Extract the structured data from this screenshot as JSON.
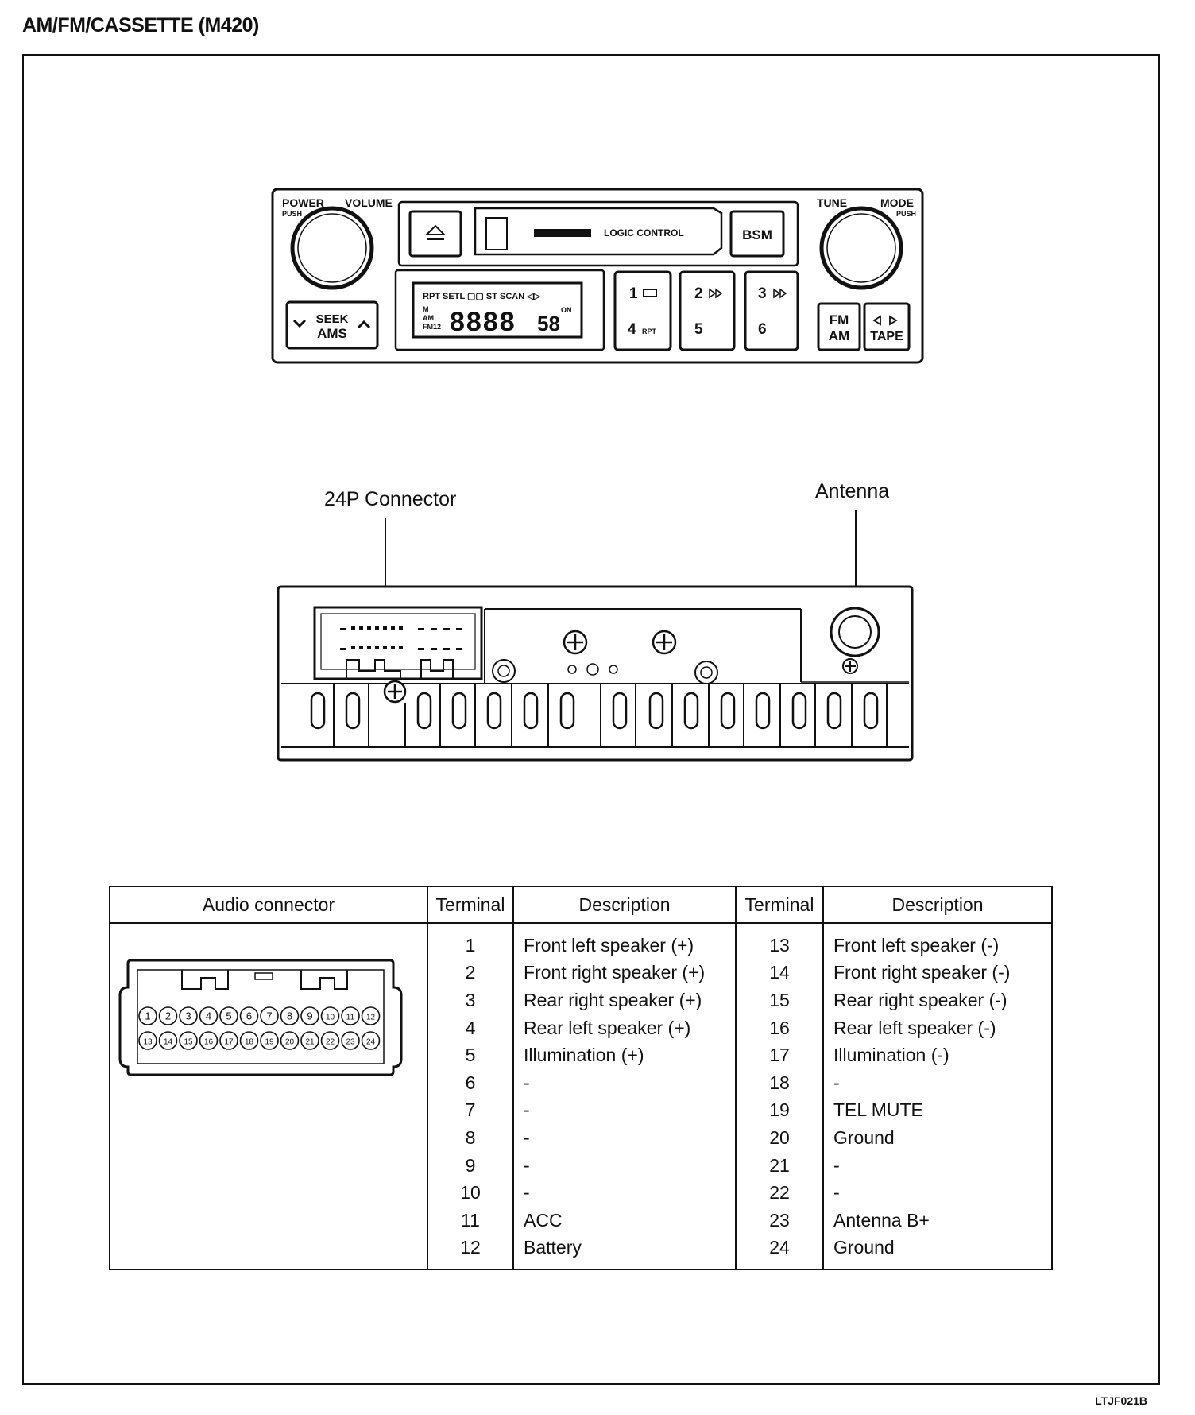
{
  "page": {
    "title": "AM/FM/CASSETTE (M420)",
    "doc_code": "LTJF021B"
  },
  "front_panel": {
    "power_label": "POWER",
    "push_label_left": "PUSH",
    "volume_label": "VOLUME",
    "tune_label": "TUNE",
    "mode_label": "MODE",
    "push_label_right": "PUSH",
    "logic_control": "LOGIC CONTROL",
    "bsm_label": "BSM",
    "seek_label": "SEEK",
    "ams_label": "AMS",
    "display_top": "RPT  SETL  ▢▢  ST  SCAN  ◁▷",
    "display_left_1": "M",
    "display_left_2": "AM",
    "display_left_3": "FM12",
    "display_digits": "8888",
    "display_small": "58",
    "display_on": "ON",
    "preset_1": "1",
    "preset_2": "2",
    "preset_3": "3",
    "preset_4": "4",
    "preset_5": "5",
    "preset_6": "6",
    "rpt_label": "RPT",
    "fm_label": "FM",
    "am_label": "AM",
    "tape_label": "TAPE"
  },
  "rear_view": {
    "connector_label": "24P Connector",
    "antenna_label": "Antenna"
  },
  "connector_pins_top": [
    "1",
    "2",
    "3",
    "4",
    "5",
    "6",
    "7",
    "8",
    "9",
    "10",
    "11",
    "12"
  ],
  "connector_pins_bottom": [
    "13",
    "14",
    "15",
    "16",
    "17",
    "18",
    "19",
    "20",
    "21",
    "22",
    "23",
    "24"
  ],
  "table": {
    "headers": {
      "audio_connector": "Audio connector",
      "terminal_1": "Terminal",
      "description_1": "Description",
      "terminal_2": "Terminal",
      "description_2": "Description"
    },
    "left_rows": [
      {
        "terminal": "1",
        "description": "Front left speaker (+)"
      },
      {
        "terminal": "2",
        "description": "Front right speaker (+)"
      },
      {
        "terminal": "3",
        "description": "Rear right speaker (+)"
      },
      {
        "terminal": "4",
        "description": "Rear left speaker (+)"
      },
      {
        "terminal": "5",
        "description": "Illumination (+)"
      },
      {
        "terminal": "6",
        "description": "-"
      },
      {
        "terminal": "7",
        "description": "-"
      },
      {
        "terminal": "8",
        "description": "-"
      },
      {
        "terminal": "9",
        "description": "-"
      },
      {
        "terminal": "10",
        "description": "-"
      },
      {
        "terminal": "11",
        "description": "ACC"
      },
      {
        "terminal": "12",
        "description": "Battery"
      }
    ],
    "right_rows": [
      {
        "terminal": "13",
        "description": "Front left speaker (-)"
      },
      {
        "terminal": "14",
        "description": "Front right speaker (-)"
      },
      {
        "terminal": "15",
        "description": "Rear right speaker (-)"
      },
      {
        "terminal": "16",
        "description": "Rear left speaker (-)"
      },
      {
        "terminal": "17",
        "description": "Illumination (-)"
      },
      {
        "terminal": "18",
        "description": "-"
      },
      {
        "terminal": "19",
        "description": "TEL MUTE"
      },
      {
        "terminal": "20",
        "description": "Ground"
      },
      {
        "terminal": "21",
        "description": "-"
      },
      {
        "terminal": "22",
        "description": "-"
      },
      {
        "terminal": "23",
        "description": "Antenna B+"
      },
      {
        "terminal": "24",
        "description": "Ground"
      }
    ]
  }
}
